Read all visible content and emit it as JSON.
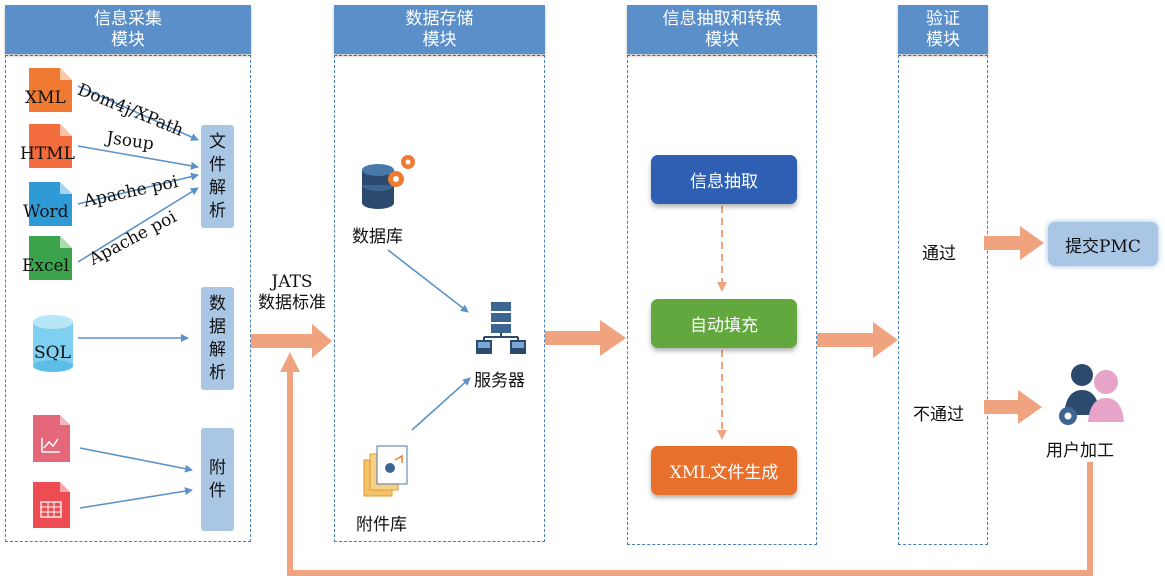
{
  "modules": {
    "collect": {
      "line1": "信息采集",
      "line2": "模块"
    },
    "store": {
      "line1": "数据存储",
      "line2": "模块"
    },
    "extract": {
      "line1": "信息抽取和转换",
      "line2": "模块"
    },
    "verify": {
      "line1": "验证",
      "line2": "模块"
    }
  },
  "sources": {
    "xml": "XML",
    "html": "HTML",
    "word": "Word",
    "excel": "Excel",
    "sql": "SQL"
  },
  "parsers": {
    "dom4j": "Dom4j/XPath",
    "jsoup": "Jsoup",
    "poi_word": "Apache poi",
    "poi_excel": "Apache poi"
  },
  "boxes": {
    "file_parse": [
      "文",
      "件",
      "解",
      "析"
    ],
    "data_parse": [
      "数",
      "据",
      "解",
      "析"
    ],
    "attachment": [
      "附",
      "件"
    ]
  },
  "jats": {
    "line1": "JATS",
    "line2": "数据标准"
  },
  "storage": {
    "database": "数据库",
    "attachment_lib": "附件库",
    "server": "服务器"
  },
  "steps": {
    "extract": "信息抽取",
    "autofill": "自动填充",
    "generate": "XML文件生成"
  },
  "verify": {
    "pass": "通过",
    "fail": "不通过",
    "submit": "提交PMC",
    "user_process": "用户加工"
  },
  "colors": {
    "header": "#5b8fc9",
    "box": "#a9c6e4",
    "arrow_big": "#f0a37f",
    "arrow_thin": "#5b93c7",
    "step_blue": "#2f5fb3",
    "step_green": "#62a83e",
    "step_orange": "#e8702c"
  }
}
